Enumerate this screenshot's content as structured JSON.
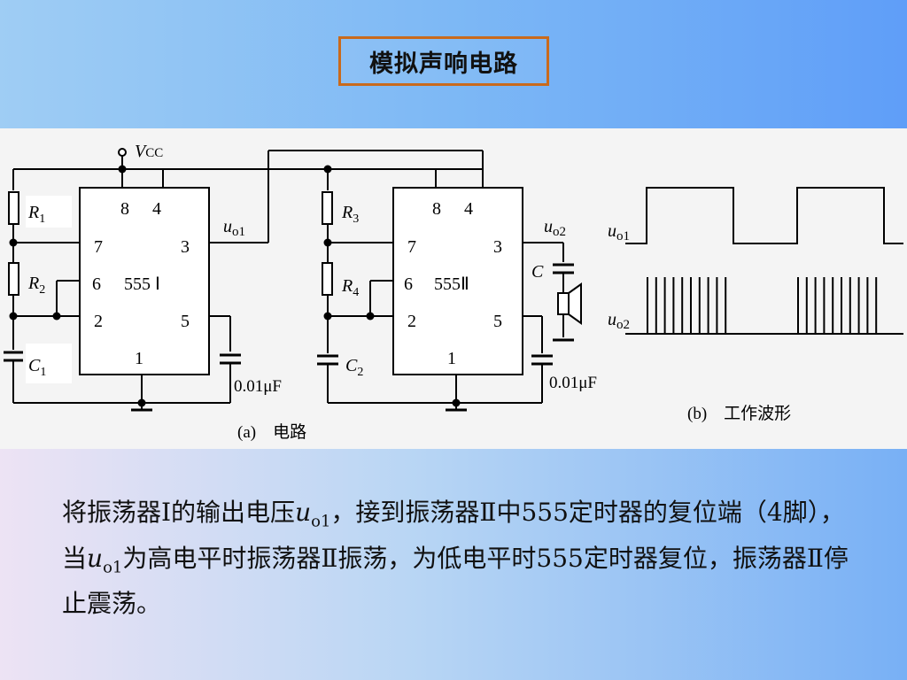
{
  "title": "模拟声响电路",
  "figure": {
    "vcc_label": "V",
    "vcc_sub": "CC",
    "r1": "R",
    "r1_sub": "1",
    "r2": "R",
    "r2_sub": "2",
    "r3": "R",
    "r3_sub": "3",
    "r4": "R",
    "r4_sub": "4",
    "c1": "C",
    "c1_sub": "1",
    "c2": "C",
    "c2_sub": "2",
    "c": "C",
    "uo1": "u",
    "uo1_sub": "o1",
    "uo2": "u",
    "uo2_sub": "o2",
    "chip1_name": "555 Ⅰ",
    "chip2_name": "555Ⅱ",
    "pin8": "8",
    "pin4": "4",
    "pin7": "7",
    "pin3": "3",
    "pin6": "6",
    "pin2": "2",
    "pin5": "5",
    "pin1": "1",
    "cap_value": "0.01μF",
    "caption_a": "(a)　电路",
    "caption_b": "(b)　工作波形"
  },
  "description": {
    "part1": "将振荡器Ⅰ的输出电压",
    "u": "u",
    "sub1": "o1",
    "part2": "，接到振荡器Ⅱ中555定时器的复位端（4脚），当",
    "sub2": "o1",
    "part3": "为高电平时振荡器Ⅱ振荡，为低电平时555定时器复位，振荡器Ⅱ停止震荡。"
  }
}
